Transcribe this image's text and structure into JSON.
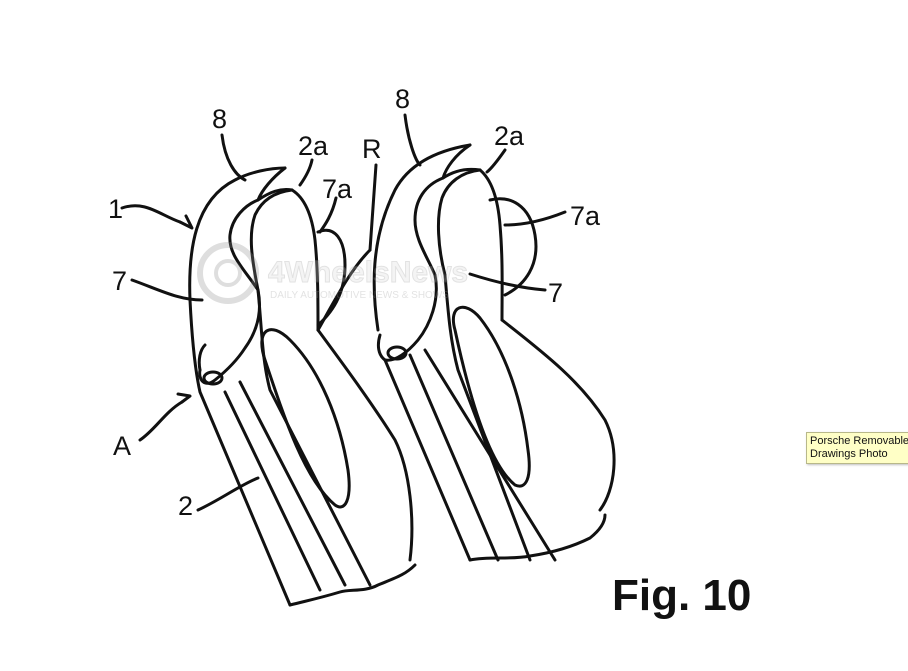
{
  "labels": {
    "l1": "1",
    "l2": "2",
    "lA": "A",
    "lR": "R",
    "l7_left": "7",
    "l7_right": "7",
    "l7a_left": "7a",
    "l7a_right": "7a",
    "l8_left": "8",
    "l8_right": "8",
    "l2a_left": "2a",
    "l2a_right": "2a"
  },
  "figure_caption": "Fig. 10",
  "watermark": {
    "brand": "4WheelsNews",
    "tagline": "DAILY AUTOMOTIVE NEWS & SHOWS"
  },
  "tooltip": {
    "line1": "Porsche Removable",
    "line2": "Drawings Photo"
  }
}
